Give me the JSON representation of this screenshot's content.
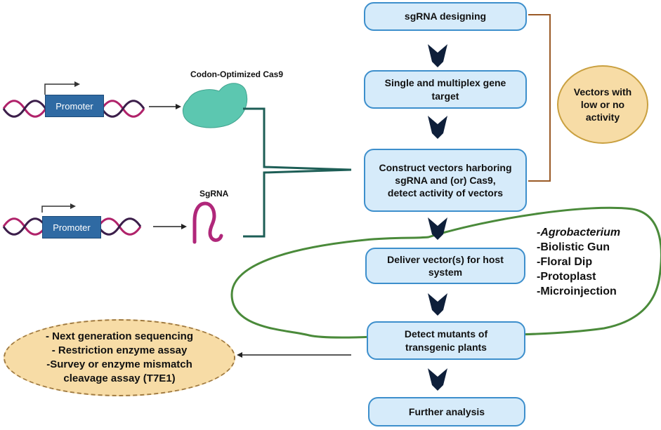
{
  "flow": {
    "step1": "sgRNA designing",
    "step2_line1": "Single and multiplex gene",
    "step2_line2": "target",
    "step3_line1": "Construct vectors harboring",
    "step3_line2": "sgRNA and (or) Cas9,",
    "step3_line3": "detect activity of vectors",
    "step4_line1": "Deliver vector(s) for host",
    "step4_line2": "system",
    "step5_line1": "Detect mutants of",
    "step5_line2": "transgenic plants",
    "step6": "Further analysis"
  },
  "left": {
    "promoter_top": "Promoter",
    "promoter_bottom": "Promoter",
    "cas9_label": "Codon-Optimized Cas9",
    "sgrna_label": "SgRNA"
  },
  "vectors_oval": {
    "line1": "Vectors with",
    "line2": "low or no",
    "line3": "activity"
  },
  "delivery_methods": [
    "-Agrobacterium",
    "-Biolistic Gun",
    "-Floral Dip",
    "-Protoplast",
    "-Microinjection"
  ],
  "assays": [
    "- Next generation sequencing",
    "- Restriction enzyme assay",
    "-Survey or enzyme mismatch",
    "cleavage assay (T7E1)"
  ],
  "colors": {
    "box_fill": "#d6ebfa",
    "box_border": "#3d8fcc",
    "chevron": "#0e1f3a",
    "promoter": "#2f6aa3",
    "dna_strand_a": "#b0226a",
    "dna_strand_b": "#3b1e4a",
    "cas9": "#5cc7b0",
    "sgrna": "#b0277a",
    "connector": "#1d5e56",
    "bracket": "#9a5a26",
    "delivery_loop": "#4a8a3a",
    "oval_fill": "#f7dca6"
  }
}
